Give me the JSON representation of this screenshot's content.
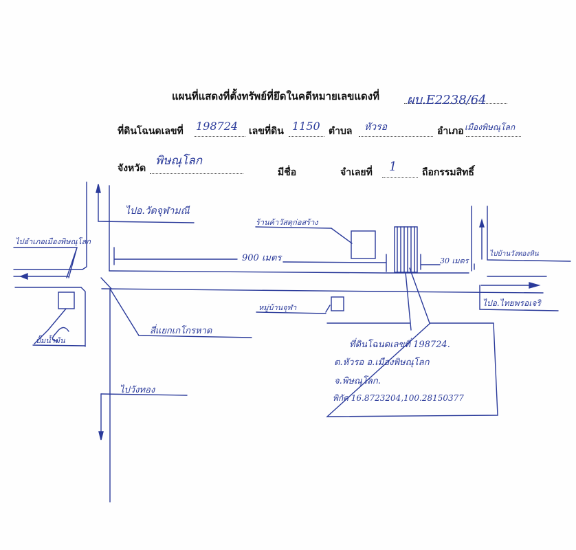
{
  "header": {
    "title": "แผนที่แสดงที่ตั้งทรัพย์ที่ยึดในคดีหมายเลขแดงที่",
    "case_number": "ผบ.E2238/64"
  },
  "land_info": {
    "deed_label": "ที่ดินโฉนดเลขที่",
    "deed_number": "198724",
    "land_no_label": "เลขที่ดิน",
    "land_no": "1150",
    "subdistrict_label": "ตำบล",
    "subdistrict": "หัวรอ",
    "district_label": "อำเภอ",
    "district": "เมืองพิษณุโลก",
    "province_label": "จังหวัด",
    "province": "พิษณุโลก",
    "name_label": "มีชื่อ",
    "defendant_label": "จำเลยที่",
    "defendant_no": "1",
    "ownership_label": "ถือกรรมสิทธิ์"
  },
  "map": {
    "labels": {
      "to_wat_chulamanee": "ไปอ.วัดจุฬามณี",
      "to_mueang_phitsanulok": "ไปอำเภอเมืองพิษณุโลก",
      "shop_name": "ร้านค้าวัสดุก่อสร้าง",
      "distance_900": "900 เมตร",
      "distance_30": "30 เมตร",
      "to_ban_wang_thong": "ไปบ้านวังทองหิน",
      "to_phu_thai": "ไปอ.ไทยพรอเจริ",
      "village_name": "หมู่บ้านจุฬา",
      "intersection_name": "สี่แยกเกโกรหาด",
      "gas_station": "ปั๊มน้ำมัน",
      "to_wang_thong": "ไปวังทอง"
    },
    "note_box": {
      "line1": "ที่ดินโฉนดเลขที่ 198724.",
      "line2": "ต.หัวรอ อ.เมืองพิษณุโลก",
      "line3": "จ.พิษณุโลก.",
      "line4": "พิกัด 16.8723204,100.28150377"
    },
    "colors": {
      "ink": "#2a3a9a",
      "printed": "#111111"
    }
  }
}
